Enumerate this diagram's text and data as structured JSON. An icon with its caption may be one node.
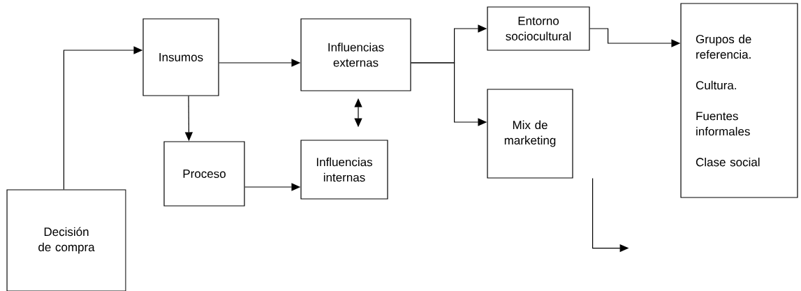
{
  "diagram": {
    "nodes": [
      {
        "text": [
          "Insumos"
        ]
      },
      {
        "text": [
          "Influencias externas"
        ]
      },
      {
        "text": [
          "Entorno sociocultural"
        ]
      },
      {
        "text": [
          "Grupos de referencia.",
          "Cultura.",
          "Fuentes informales",
          "Clase social"
        ]
      },
      {
        "text": [
          "Proceso"
        ]
      },
      {
        "text": [
          "Influencias internas"
        ]
      },
      {
        "text": [
          "Mix de marketing"
        ]
      },
      {
        "text": [
          "Decisión de compra"
        ]
      }
    ],
    "edges": [
      {
        "from": 7,
        "to": 0,
        "arrow": "to"
      },
      {
        "from": 0,
        "to": 1,
        "arrow": "to"
      },
      {
        "from": 0,
        "to": 4,
        "arrow": "to"
      },
      {
        "from": 1,
        "to": 5,
        "arrow": "both"
      },
      {
        "from": 4,
        "to": 5,
        "arrow": "to"
      },
      {
        "from": 1,
        "to": 2,
        "arrow": "to"
      },
      {
        "from": 1,
        "to": 6,
        "arrow": "to"
      },
      {
        "from": 2,
        "to": 3,
        "arrow": "to"
      },
      {
        "from": 6,
        "to": null,
        "arrow": "to"
      }
    ]
  }
}
